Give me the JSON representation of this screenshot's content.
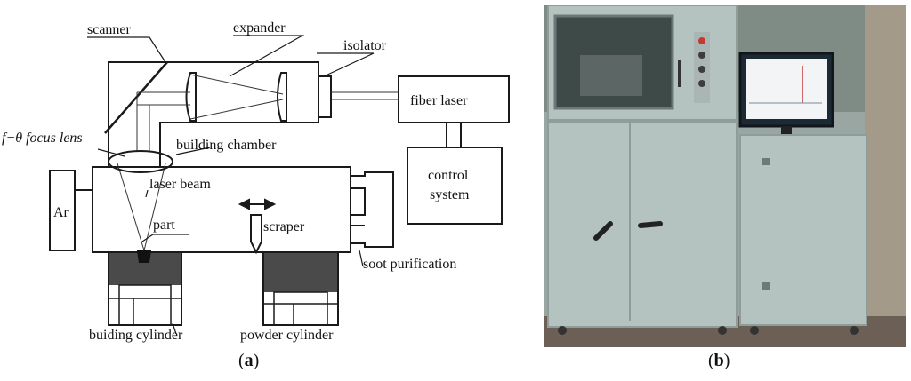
{
  "panel_a": {
    "caption_letter": "a",
    "labels": {
      "scanner": "scanner",
      "expander": "expander",
      "isolator": "isolator",
      "fiber_laser": "fiber laser",
      "ftheta_lens": "f−θ focus lens",
      "building_chamber": "building chamber",
      "control_line1": "control",
      "control_line2": "system",
      "laser_beam": "laser beam",
      "ar": "Ar",
      "part": "part",
      "scraper": "scraper",
      "soot": "soot purification",
      "building_cyl": "buiding cylinder",
      "powder_cyl": "powder cylinder"
    }
  },
  "panel_b": {
    "caption_letter": "b"
  },
  "colors": {
    "line": "#1a1a1a",
    "cylinder_fill": "#4a4a4a",
    "machine_body": "#b4c2c0",
    "machine_shadow": "#8e9c9a",
    "floor": "#6c5f55",
    "monitor_screen": "#f2f4f6"
  }
}
